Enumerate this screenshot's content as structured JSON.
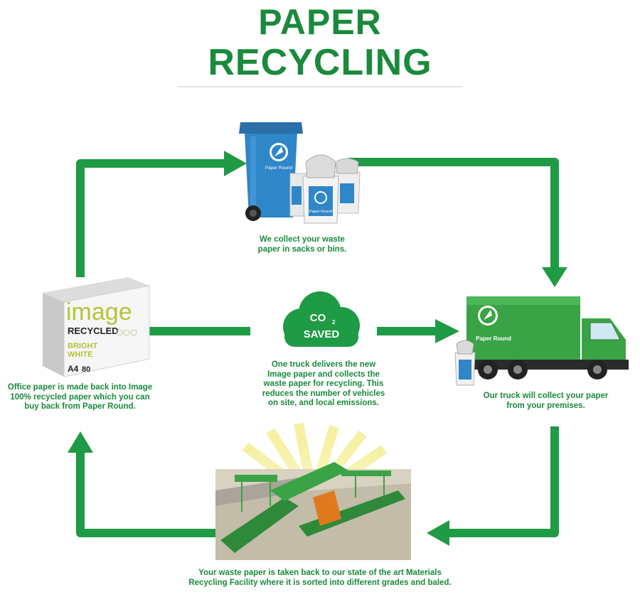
{
  "title": {
    "line1": "PAPER",
    "line2": "RECYCLING"
  },
  "colors": {
    "brand_green": "#1a8a3c",
    "arrow_green": "#1f9a45",
    "bin_blue": "#2f86c8",
    "truck_green": "#3aa346"
  },
  "steps": {
    "collect": {
      "caption_l1": "We collect your waste",
      "caption_l2": "paper in sacks or bins.",
      "bin_label": "Paper Round",
      "sack_label": "Paper Round"
    },
    "truck": {
      "caption_l1": "Our truck will collect your paper",
      "caption_l2": "from your premises.",
      "truck_label": "Paper Round"
    },
    "facility": {
      "caption_l1": "Your waste paper is taken back to our state of the art Materials",
      "caption_l2": "Recycling Facility where it is sorted into different grades and baled."
    },
    "office": {
      "caption_l1": "Office paper is made back into Image",
      "caption_l2": "100% recycled paper which you can",
      "caption_l3": "buy back from Paper Round.",
      "box_brand": "image",
      "box_recycled": "RECYCLED",
      "box_bright": "BRIGHT",
      "box_white": "WHITE",
      "box_size": "A4",
      "box_weight": "80"
    },
    "co2": {
      "cloud_co": "CO",
      "cloud_sub": "2",
      "cloud_saved": "SAVED",
      "caption_l1": "One truck delivers the new",
      "caption_l2": "Image paper and collects the",
      "caption_l3": "waste paper for recycling. This",
      "caption_l4": "reduces the number of vehicles",
      "caption_l5": "on site, and local emissions."
    }
  },
  "icons": [
    "recycling-bin-icon",
    "paper-sack-icon",
    "truck-icon",
    "co2-cloud-icon",
    "paper-box-icon",
    "recycling-facility-icon",
    "arrow-icon"
  ]
}
